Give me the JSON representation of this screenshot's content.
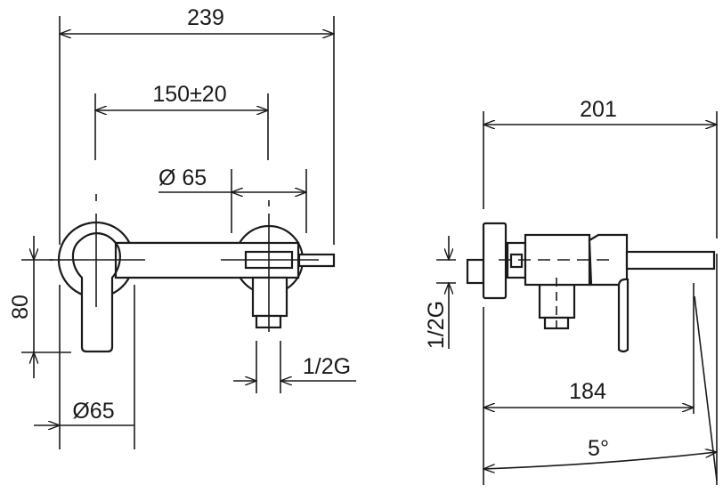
{
  "front_view": {
    "overall_width": "239",
    "centers_distance": "150±20",
    "rosette_diameter_right": "Ø 65",
    "height": "80",
    "rosette_diameter_left": "Ø65",
    "outlet_thread": "1/2G"
  },
  "side_view": {
    "overall_depth": "201",
    "inlet_thread": "1/2G",
    "spout_depth": "184",
    "angle": "5°"
  }
}
